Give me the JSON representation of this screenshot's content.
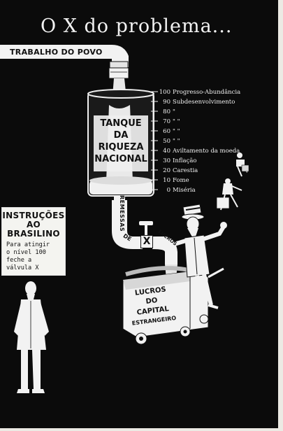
{
  "title": "O X do problema...",
  "pipe_label": "TRABALHO DO POVO",
  "tank": {
    "lines": [
      "TANQUE",
      "DA",
      "RIQUEZA",
      "NACIONAL"
    ]
  },
  "scale": [
    {
      "num": "100",
      "label": "Progresso-Abundância"
    },
    {
      "num": "90",
      "label": "Subdesenvolvimento"
    },
    {
      "num": "80",
      "label": "\""
    },
    {
      "num": "70",
      "label": "\"          \""
    },
    {
      "num": "60",
      "label": "\"          \""
    },
    {
      "num": "50",
      "label": "\"          \""
    },
    {
      "num": "40",
      "label": "Aviltamento da moeda"
    },
    {
      "num": "30",
      "label": "Inflação"
    },
    {
      "num": "20",
      "label": "Carestia"
    },
    {
      "num": "10",
      "label": "Fome"
    },
    {
      "num": "0",
      "label": "Miséria"
    }
  ],
  "instructions": {
    "heading": [
      "INSTRUÇÕES",
      "AO",
      "BRASILINO"
    ],
    "body": [
      "Para atingir",
      "o nível 100",
      "feche a",
      "válvula X"
    ]
  },
  "pipe_text": {
    "remessas": "REMESSAS",
    "de": "DE",
    "valve": "X",
    "lucros": "LUCROS"
  },
  "cart": {
    "lines": [
      "LUCROS",
      "DO",
      "CAPITAL",
      "ESTRANGEIRO"
    ]
  },
  "colors": {
    "background": "#0b0b0b",
    "ink": "#111111",
    "paper": "#f2f2f2"
  }
}
